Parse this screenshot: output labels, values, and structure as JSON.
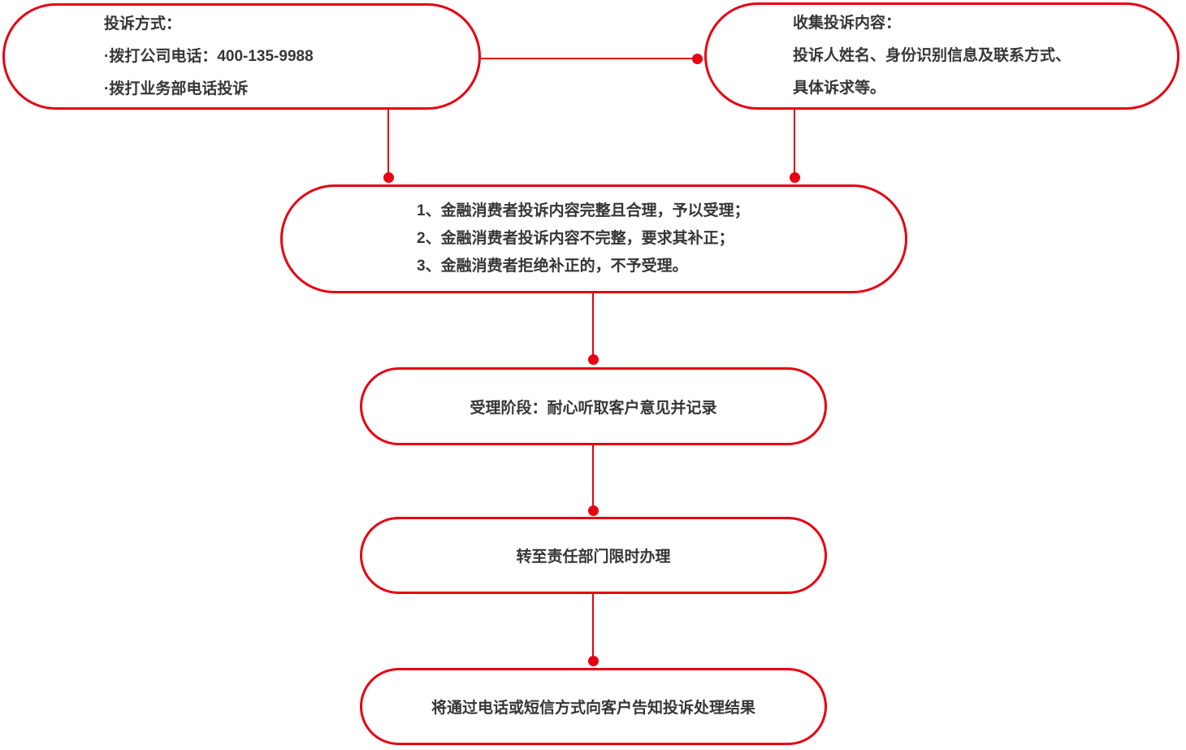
{
  "colors": {
    "accent_red": "#e60012",
    "text": "#363636",
    "background": "#ffffff"
  },
  "nodes": {
    "complaint_methods": {
      "lines": [
        "投诉方式：",
        "·拨打公司电话：400-135-9988",
        "·拨打业务部电话投诉"
      ]
    },
    "collect_content": {
      "lines": [
        "收集投诉内容：",
        "投诉人姓名、身份识别信息及联系方式、",
        "具体诉求等。"
      ]
    },
    "acceptance_rules": {
      "lines": [
        "1、金融消费者投诉内容完整且合理，予以受理；",
        "2、金融消费者投诉内容不完整，要求其补正；",
        "3、金融消费者拒绝补正的，不予受理。"
      ]
    },
    "acceptance_stage": {
      "label": "受理阶段：耐心听取客户意见并记录"
    },
    "transfer_department": {
      "label": "转至责任部门限时办理"
    },
    "notify_result": {
      "label": "将通过电话或短信方式向客户告知投诉处理结果"
    }
  }
}
